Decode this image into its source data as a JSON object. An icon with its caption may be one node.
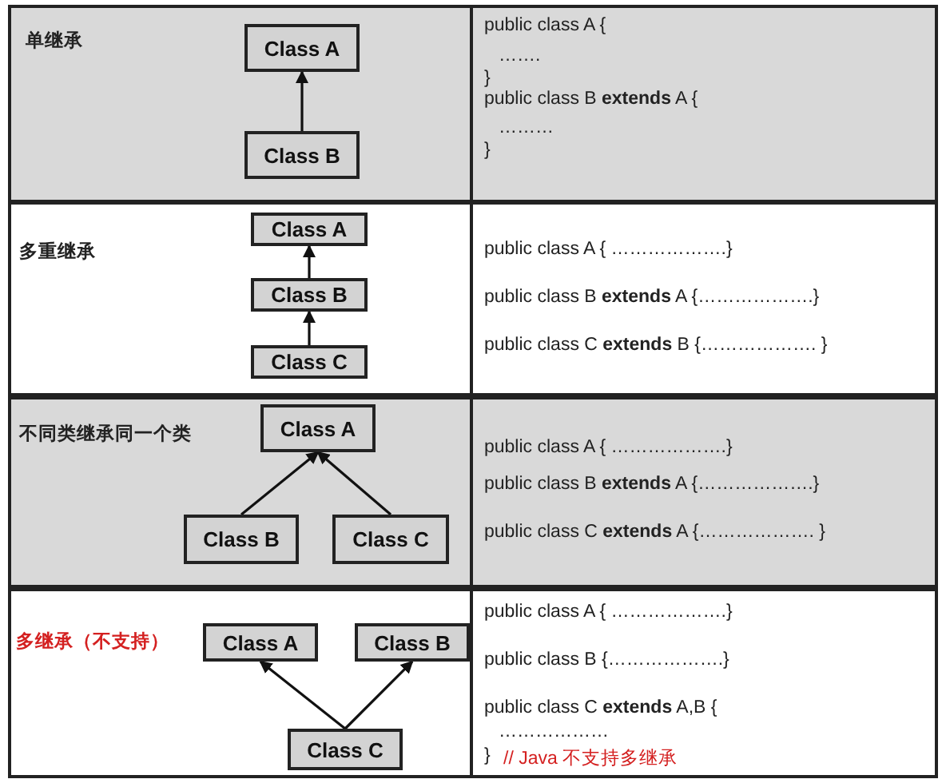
{
  "diagram": {
    "nodes": [
      {
        "text": [
          "Class A"
        ]
      },
      {
        "text": [
          "Class B"
        ]
      },
      {
        "text": [
          "Class A"
        ]
      },
      {
        "text": [
          "Class B"
        ]
      },
      {
        "text": [
          "Class C"
        ]
      },
      {
        "text": [
          "Class A"
        ]
      },
      {
        "text": [
          "Class B"
        ]
      },
      {
        "text": [
          "Class C"
        ]
      },
      {
        "text": [
          "Class A"
        ]
      },
      {
        "text": [
          "Class B"
        ]
      },
      {
        "text": [
          "Class C"
        ]
      }
    ],
    "edges": [
      {
        "from": 1,
        "to": 0,
        "arrow": "to"
      },
      {
        "from": 3,
        "to": 2,
        "arrow": "to"
      },
      {
        "from": 4,
        "to": 3,
        "arrow": "to"
      },
      {
        "from": 6,
        "to": 5,
        "arrow": "to"
      },
      {
        "from": 7,
        "to": 5,
        "arrow": "to"
      },
      {
        "from": 10,
        "to": 8,
        "arrow": "to"
      },
      {
        "from": 10,
        "to": 9,
        "arrow": "to"
      }
    ],
    "labels": [
      "单继承",
      "public class A {",
      "…….",
      "}",
      "public class B **extends** A {",
      "………",
      "}",
      "多重继承",
      "public class A { ……………….}",
      "public class B **extends** A {……………….}",
      "public class C **extends**  B {………………. }",
      "不同类继承同一个类",
      "public class A { ……………….}",
      "public class B **extends** A {……………….}",
      "public class C **extends** A {………………. }",
      "多继承（不支持）",
      "public class A { ……………….}",
      "public class B {……………….}",
      "public class C **extends**  A,B {",
      "………………",
      "}",
      "// Java  不支持多继承"
    ]
  }
}
